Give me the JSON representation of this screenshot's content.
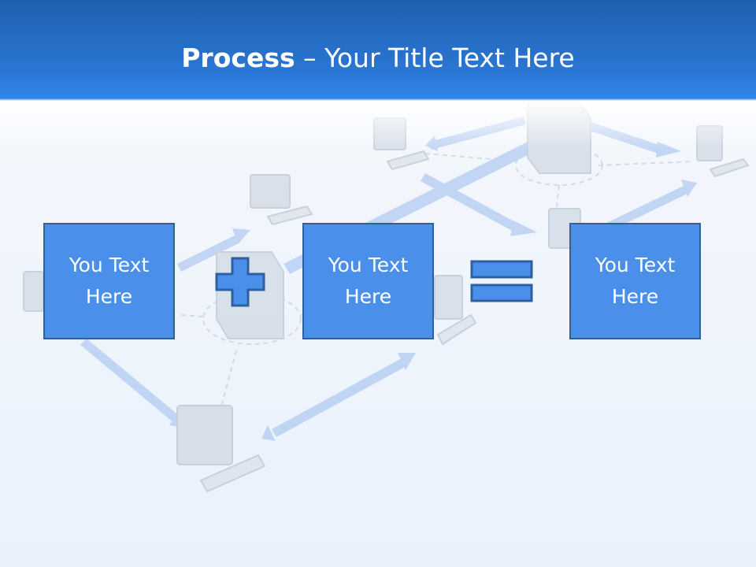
{
  "slide": {
    "title_bold": "Process",
    "title_rest": " – Your Title Text Here"
  },
  "equation": {
    "boxes": [
      "You Text Here",
      "You Text Here",
      "You Text Here"
    ],
    "operators": [
      "plus-icon",
      "equals-icon"
    ]
  },
  "background": {
    "description_icon": "network-diagram-watermark"
  },
  "colors": {
    "header": "#2b78d6",
    "box_fill": "#4a90ea",
    "box_border": "#2e5f9e",
    "text": "#ffffff"
  }
}
